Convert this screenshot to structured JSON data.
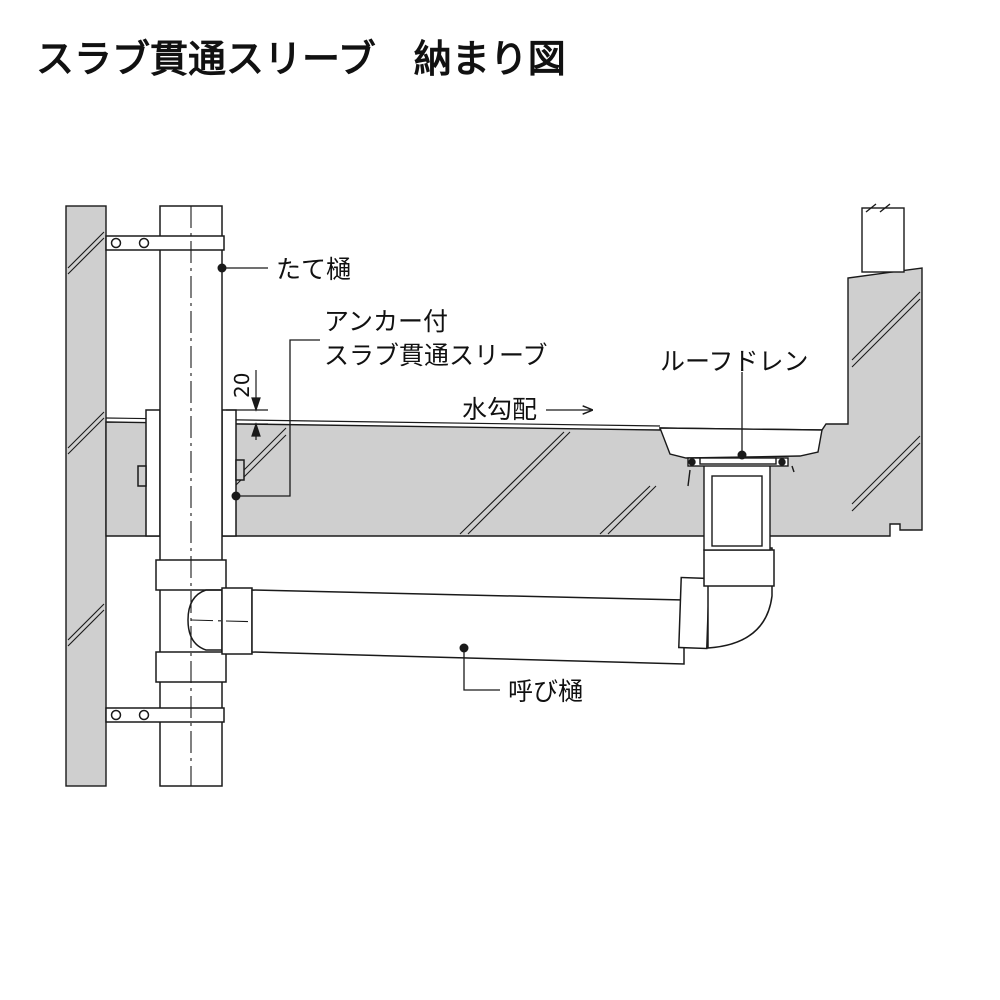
{
  "title": "スラブ貫通スリーブ　納まり図",
  "labels": {
    "vertical_pipe": "たて樋",
    "sleeve_line1": "アンカー付",
    "sleeve_line2": "スラブ貫通スリーブ",
    "roof_drain": "ルーフドレン",
    "slope": "水勾配",
    "horizontal_pipe": "呼び樋"
  },
  "dimension": "20",
  "colors": {
    "concrete": "#cfcfcf",
    "line": "#1a1a1a",
    "pipe": "#ffffff"
  }
}
